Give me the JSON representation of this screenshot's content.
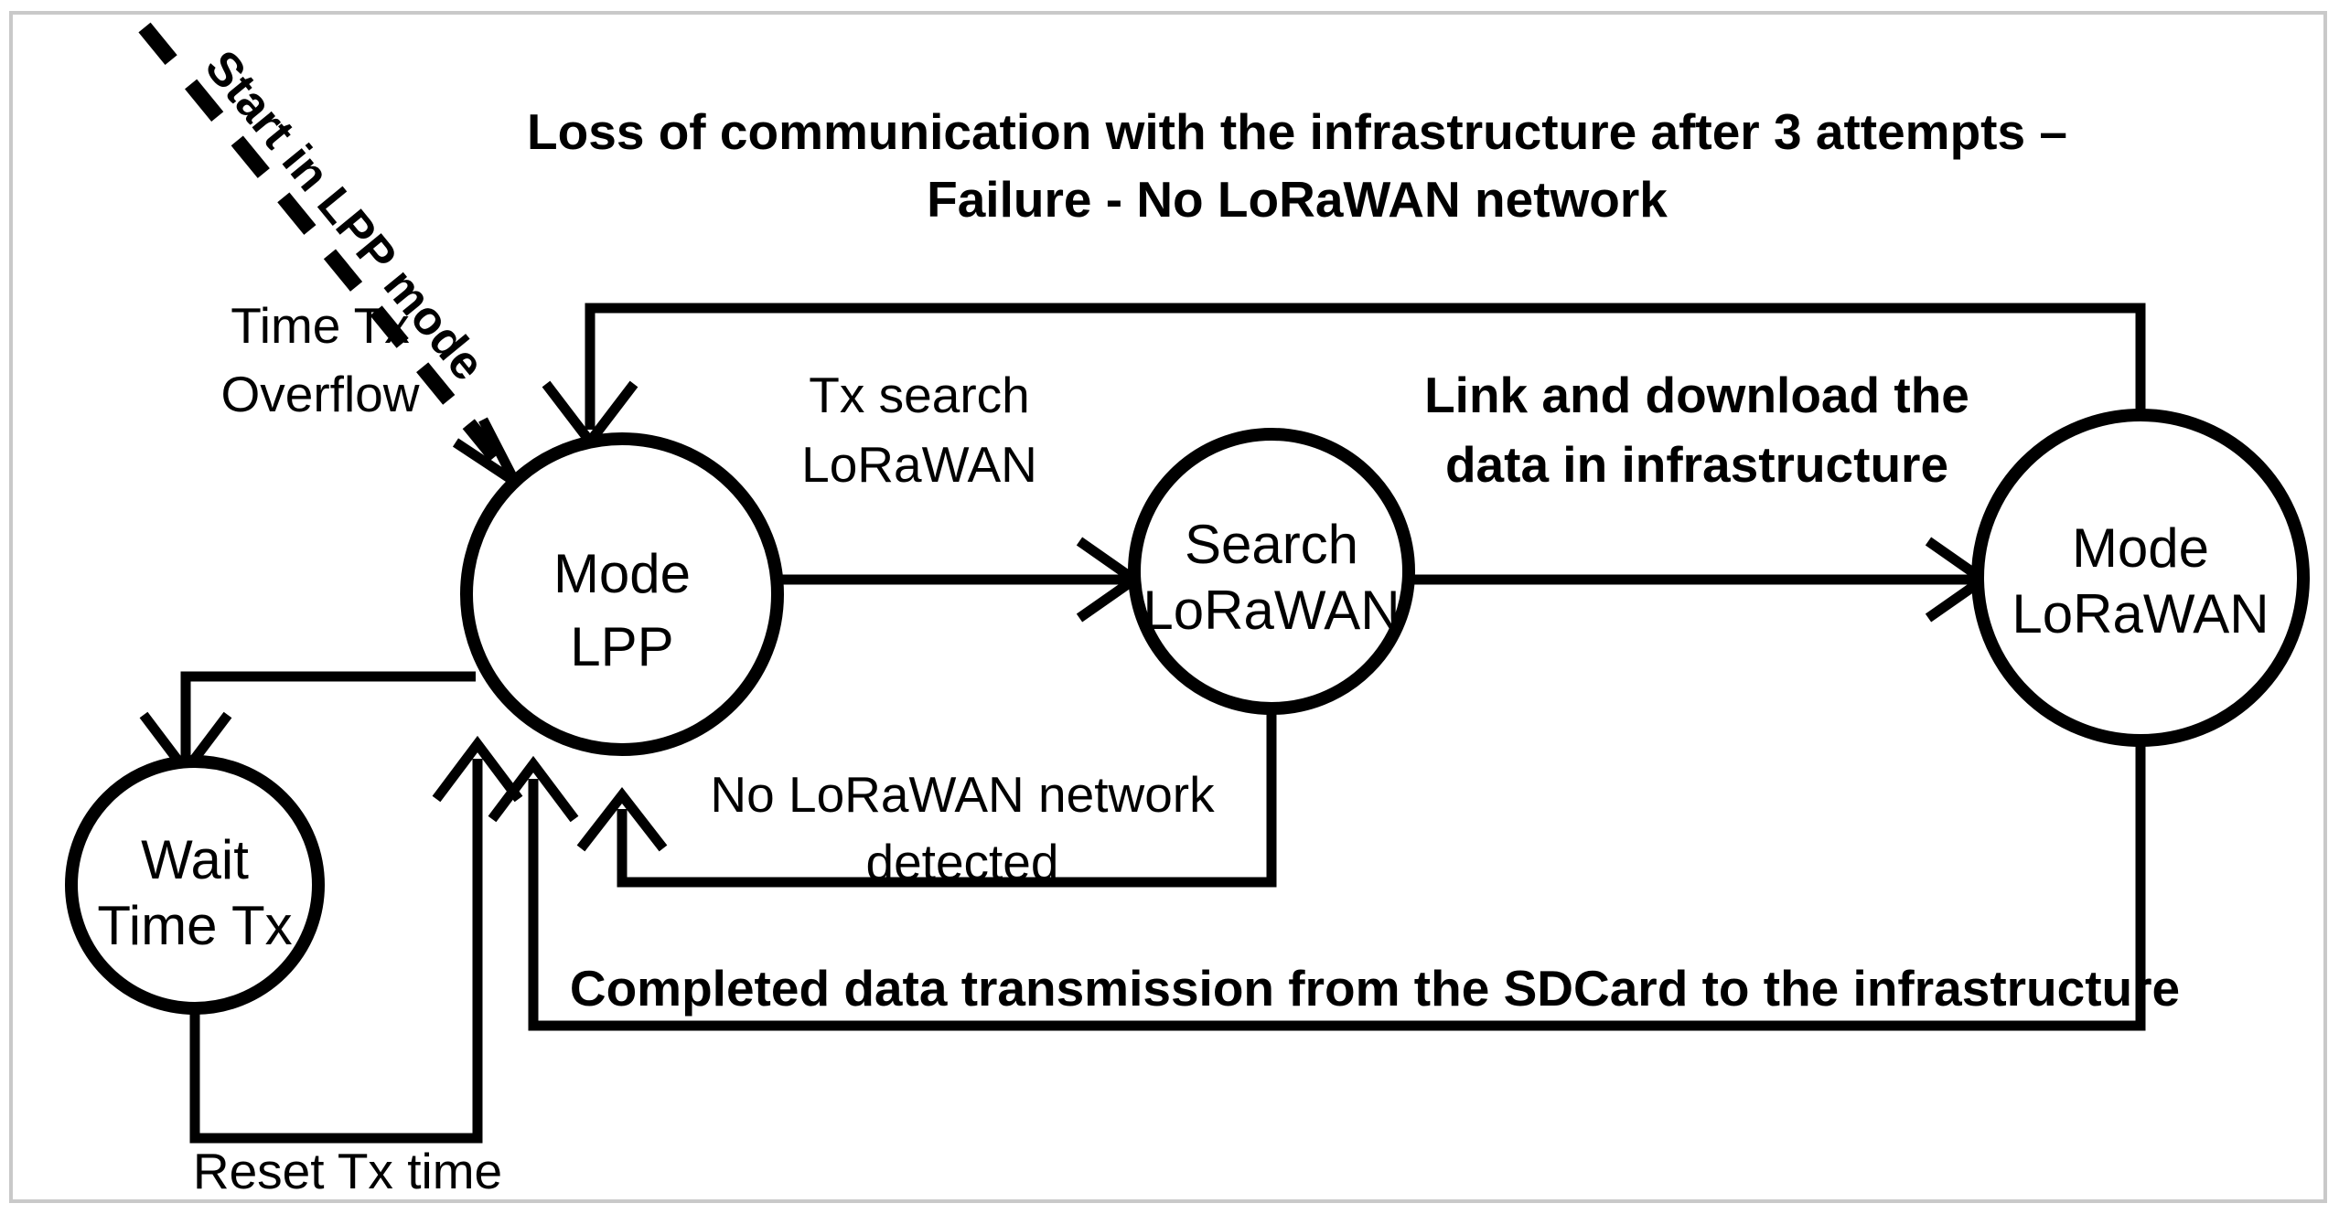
{
  "diagram": {
    "type": "state-machine",
    "title": "",
    "nodes": [
      {
        "id": "mode-lpp",
        "line1": "Mode",
        "line2": "LPP"
      },
      {
        "id": "search-lorawan",
        "line1": "Search",
        "line2": "LoRaWAN"
      },
      {
        "id": "mode-lorawan",
        "line1": "Mode",
        "line2": "LoRaWAN"
      },
      {
        "id": "wait-time-tx",
        "line1": "Wait",
        "line2": "Time Tx"
      }
    ],
    "edges": [
      {
        "id": "start",
        "label_line1": "Start in LPP mode",
        "label_line2": "",
        "from": "",
        "to": "mode-lpp",
        "style": "dashed"
      },
      {
        "id": "loss-comm",
        "label_line1": "Loss of communication with the infrastructure after 3 attempts –",
        "label_line2": "Failure - No LoRaWAN network",
        "from": "mode-lorawan",
        "to": "mode-lpp",
        "style": "solid"
      },
      {
        "id": "time-tx-overflow",
        "label_line1": "Time Tx",
        "label_line2": "Overflow",
        "from": "mode-lpp",
        "to": "wait-time-tx",
        "style": "solid"
      },
      {
        "id": "tx-search",
        "label_line1": "Tx search",
        "label_line2": "LoRaWAN",
        "from": "mode-lpp",
        "to": "search-lorawan",
        "style": "solid"
      },
      {
        "id": "link-download",
        "label_line1": "Link and download the",
        "label_line2": "data in infrastructure",
        "from": "search-lorawan",
        "to": "mode-lorawan",
        "style": "solid"
      },
      {
        "id": "no-network",
        "label_line1": "No LoRaWAN network",
        "label_line2": "detected",
        "from": "search-lorawan",
        "to": "mode-lpp",
        "style": "solid"
      },
      {
        "id": "completed-tx",
        "label_line1": "Completed data transmission from the SDCard to the infrastructure",
        "label_line2": "",
        "from": "mode-lorawan",
        "to": "mode-lpp",
        "style": "solid"
      },
      {
        "id": "reset-tx-time",
        "label_line1": "Reset Tx time",
        "label_line2": "",
        "from": "wait-time-tx",
        "to": "mode-lpp",
        "style": "solid"
      }
    ],
    "colors": {
      "stroke": "#000000",
      "background": "#ffffff",
      "frame": "#c9c9c9"
    }
  }
}
